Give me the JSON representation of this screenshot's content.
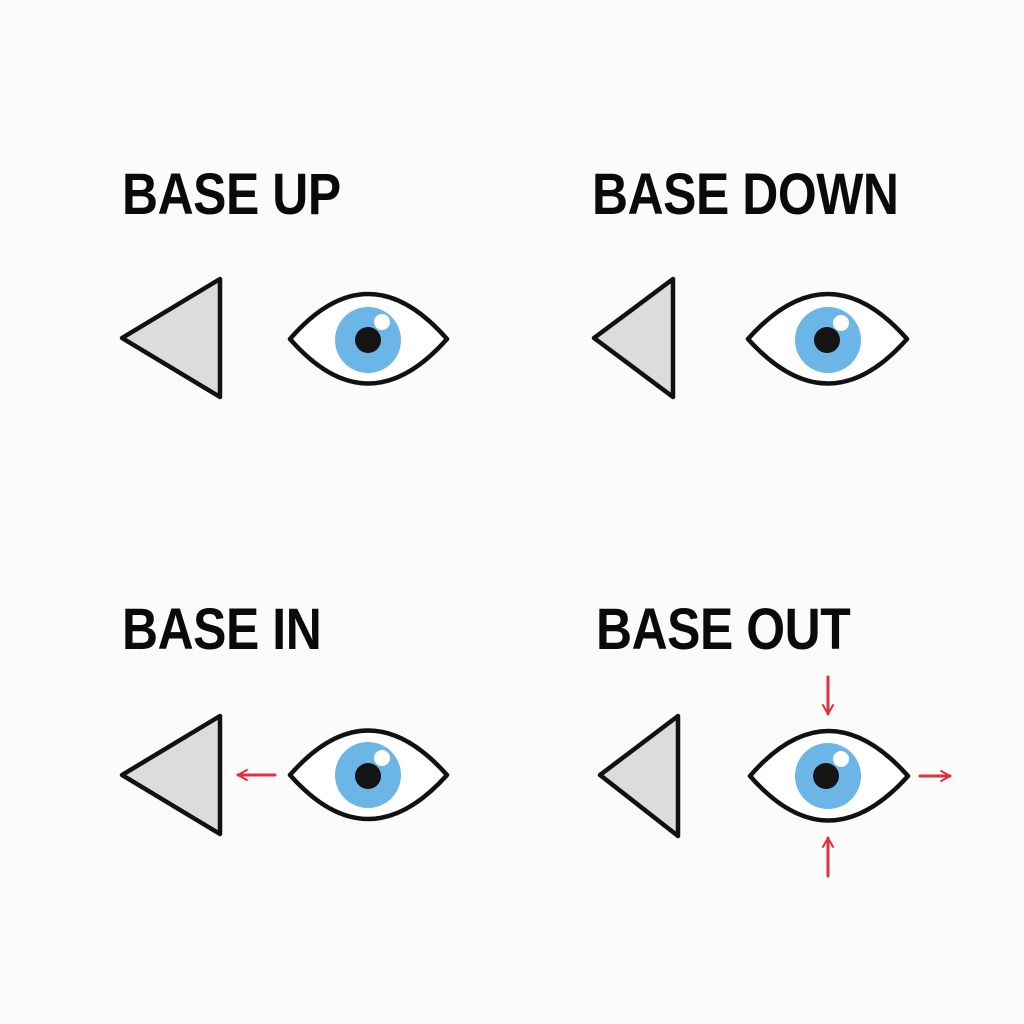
{
  "colors": {
    "background": "#fbfbfb",
    "text": "#0a0a0a",
    "outline": "#111111",
    "prism_fill": "#dcdcdc",
    "iris": "#6bb6e6",
    "pupil": "#141414",
    "highlight": "#ffffff",
    "arrow": "#e0303a"
  },
  "panels": [
    {
      "id": "base-up",
      "label": "BASE UP",
      "prism_icon": "triangle-prism-icon",
      "eye_icon": "eye-icon",
      "arrows": []
    },
    {
      "id": "base-down",
      "label": "BASE DOWN",
      "prism_icon": "triangle-prism-icon",
      "eye_icon": "eye-icon",
      "arrows": []
    },
    {
      "id": "base-in",
      "label": "BASE IN",
      "prism_icon": "triangle-prism-icon",
      "eye_icon": "eye-icon",
      "arrows": [
        "arrow-left-icon"
      ]
    },
    {
      "id": "base-out",
      "label": "BASE OUT",
      "prism_icon": "triangle-prism-icon",
      "eye_icon": "eye-icon",
      "arrows": [
        "arrow-down-icon",
        "arrow-up-icon",
        "arrow-right-icon"
      ]
    }
  ]
}
